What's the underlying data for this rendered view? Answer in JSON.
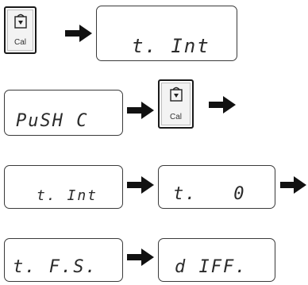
{
  "key": {
    "label": "Cal",
    "icon": "weight-calibration-icon"
  },
  "rows": [
    {
      "display": "t. Int"
    },
    {
      "display": "PuSH C"
    },
    {
      "displays": [
        "t. Int",
        "t.   0"
      ]
    },
    {
      "displays": [
        "t. F.S.",
        "d IFF."
      ]
    }
  ],
  "colors": {
    "ink": "#1a1a1a",
    "lcd_border": "#3a3a3a"
  }
}
